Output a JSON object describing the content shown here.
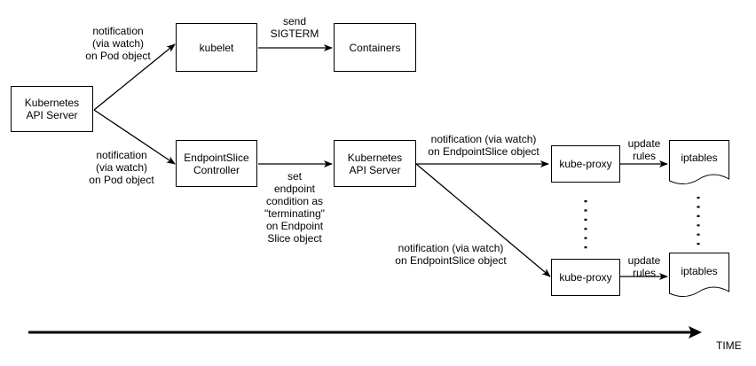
{
  "nodes": {
    "api_server_left": {
      "lines": [
        "Kubernetes",
        "API Server"
      ]
    },
    "kubelet": {
      "lines": [
        "kubelet"
      ]
    },
    "containers": {
      "lines": [
        "Containers"
      ]
    },
    "endpointslice_controller": {
      "lines": [
        "EndpointSlice",
        "Controller"
      ]
    },
    "api_server_mid": {
      "lines": [
        "Kubernetes",
        "API Server"
      ]
    },
    "kube_proxy_top": {
      "lines": [
        "kube-proxy"
      ]
    },
    "kube_proxy_bottom": {
      "lines": [
        "kube-proxy"
      ]
    },
    "iptables_top": {
      "lines": [
        "iptables"
      ]
    },
    "iptables_bottom": {
      "lines": [
        "iptables"
      ]
    }
  },
  "edge_labels": {
    "to_kubelet": [
      "notification",
      "(via watch)",
      "on Pod object"
    ],
    "to_controller": [
      "notification",
      "(via watch)",
      "on Pod object"
    ],
    "sigterm": [
      "send",
      "SIGTERM"
    ],
    "set_condition": [
      "set",
      "endpoint",
      "condition as",
      "\"terminating\"",
      "on Endpoint",
      "Slice object"
    ],
    "to_proxy_top": [
      "notification (via watch)",
      "on EndpointSlice object"
    ],
    "to_proxy_bottom": [
      "notification (via watch)",
      "on EndpointSlice object"
    ],
    "update_top": [
      "update",
      "rules"
    ],
    "update_bottom": [
      "update",
      "rules"
    ]
  },
  "timeline": {
    "label": "TIME"
  }
}
